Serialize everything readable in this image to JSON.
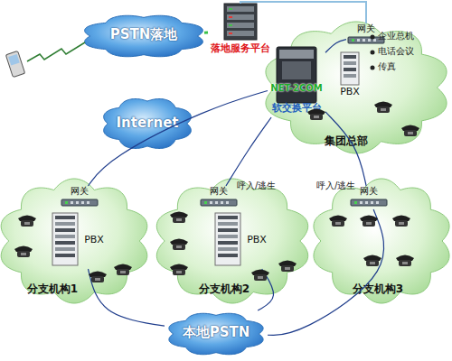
{
  "diagram": {
    "nodes": [
      {
        "text": [
          "PSTN落地"
        ]
      },
      {
        "text": [
          "落地服务平台"
        ]
      },
      {
        "text": [
          "集团总部"
        ]
      },
      {
        "text": [
          "网关"
        ],
        "in": 2
      },
      {
        "text": [
          "NET-2COM",
          "软交换平台"
        ]
      },
      {
        "text": [
          "PBX"
        ],
        "in": 2
      },
      {
        "text": [
          "Internet"
        ]
      },
      {
        "text": [
          "分支机构1"
        ]
      },
      {
        "text": [
          "网关"
        ],
        "in": 7
      },
      {
        "text": [
          "PBX"
        ],
        "in": 7
      },
      {
        "text": [
          "分支机构2"
        ]
      },
      {
        "text": [
          "网关"
        ],
        "in": 10
      },
      {
        "text": [
          "PBX"
        ],
        "in": 10
      },
      {
        "text": [
          "分支机构3"
        ]
      },
      {
        "text": [
          "网关"
        ],
        "in": 13
      },
      {
        "text": [
          "本地PSTN"
        ]
      }
    ],
    "edges": [
      {
        "from": 0,
        "to": 1,
        "arrow": "none"
      },
      {
        "from": 1,
        "to": 3,
        "arrow": "none"
      },
      {
        "from": 4,
        "to": 3,
        "arrow": "none"
      },
      {
        "from": 4,
        "to": 8,
        "arrow": "none"
      },
      {
        "from": 4,
        "to": 11,
        "arrow": "none"
      },
      {
        "from": 4,
        "to": 14,
        "arrow": "none"
      },
      {
        "from": 9,
        "to": 15,
        "arrow": "none"
      },
      {
        "from": 12,
        "to": 15,
        "arrow": "none"
      },
      {
        "from": 14,
        "to": 15,
        "arrow": "none"
      }
    ],
    "labels": [
      "企业总机",
      "电话会议",
      "传真",
      "呼入/逃生",
      "呼入/逃生"
    ]
  }
}
